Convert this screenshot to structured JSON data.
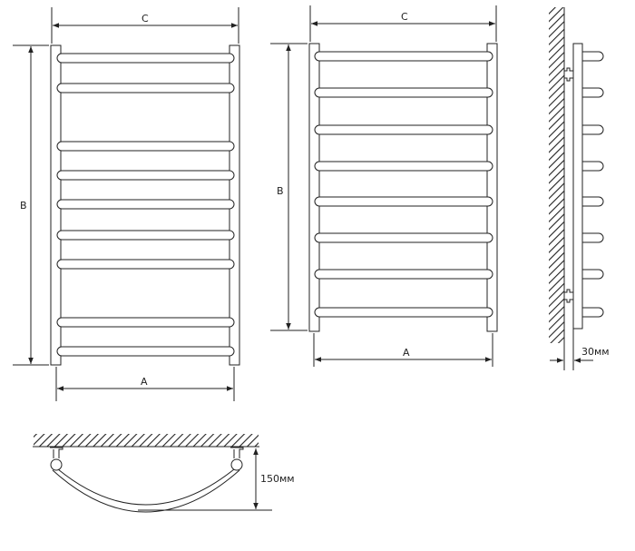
{
  "front_view_1": {
    "width_label": "C",
    "height_label": "B",
    "spacing_label": "A"
  },
  "front_view_2": {
    "width_label": "C",
    "height_label": "B",
    "spacing_label": "A"
  },
  "side_view": {
    "offset_label": "30мм"
  },
  "top_view": {
    "depth_label": "150мм"
  },
  "colors": {
    "line": "#222222",
    "background": "#ffffff"
  }
}
